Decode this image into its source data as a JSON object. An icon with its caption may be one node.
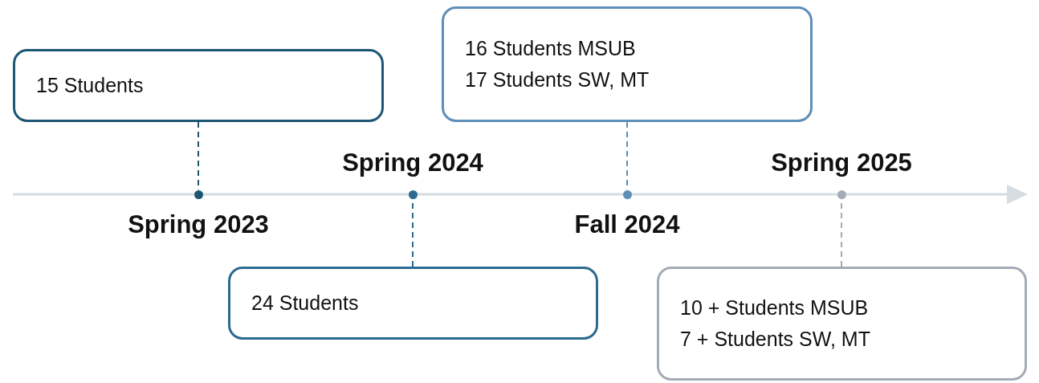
{
  "diagram": {
    "nodes": [
      {
        "text": [
          "15 Students"
        ]
      },
      {
        "text": [],
        "shape": "circle",
        "beside": [
          "Spring 2023"
        ]
      },
      {
        "text": [],
        "shape": "circle",
        "beside": [
          "Spring 2024"
        ]
      },
      {
        "text": [
          "24 Students"
        ]
      },
      {
        "text": [
          "16 Students MSUB",
          "17 Students SW, MT"
        ]
      },
      {
        "text": [],
        "shape": "circle",
        "beside": [
          "Fall 2024"
        ]
      },
      {
        "text": [],
        "shape": "circle",
        "beside": [
          "Spring 2025"
        ]
      },
      {
        "text": [
          "10 + Students MSUB",
          "7 + Students SW, MT"
        ]
      }
    ],
    "edges": [
      {
        "from": 0,
        "to": 1,
        "arrow": "none",
        "style": "dashed"
      },
      {
        "from": 3,
        "to": 2,
        "arrow": "none",
        "style": "dashed"
      },
      {
        "from": 4,
        "to": 5,
        "arrow": "none",
        "style": "dashed"
      },
      {
        "from": 7,
        "to": 6,
        "arrow": "none",
        "style": "dashed",
        "color": "#a3abb6"
      }
    ]
  }
}
